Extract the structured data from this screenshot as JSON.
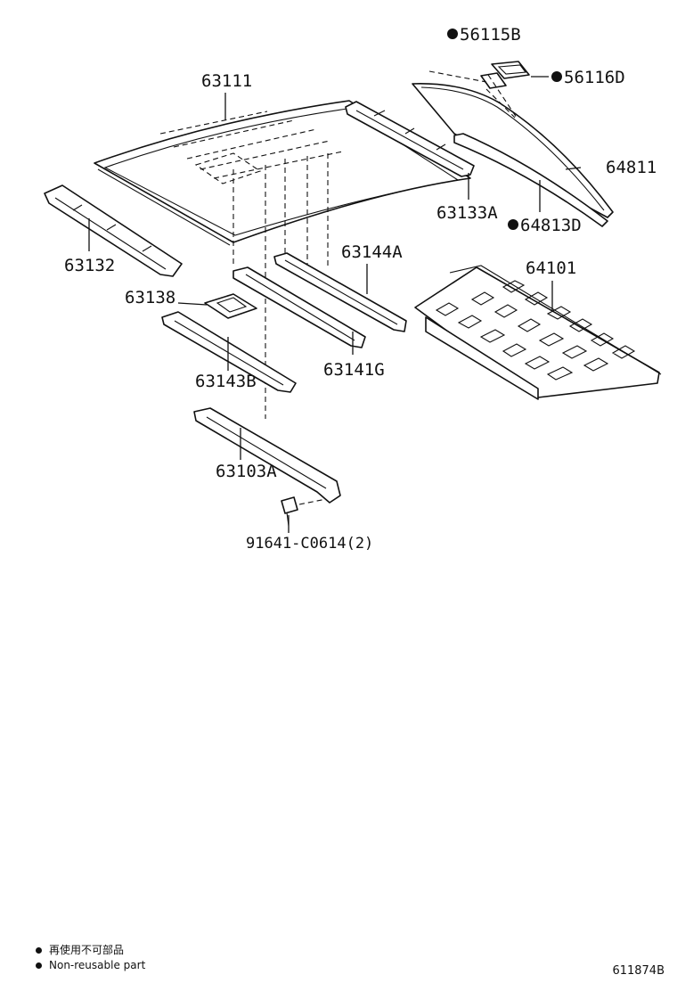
{
  "diagram": {
    "labels": {
      "p63111": "63111",
      "p56115B": "56115B",
      "p56116D": "56116D",
      "p64811": "64811",
      "p63133A": "63133A",
      "p64813D": "64813D",
      "p63132": "63132",
      "p63144A": "63144A",
      "p64101": "64101",
      "p63138": "63138",
      "p63143B": "63143B",
      "p63141G": "63141G",
      "p63103A": "63103A",
      "p91641": "91641-C0614(2)"
    }
  },
  "legend": {
    "line1": "再使用不可部品",
    "line2": "Non-reusable part"
  },
  "figure_code": "611874B"
}
